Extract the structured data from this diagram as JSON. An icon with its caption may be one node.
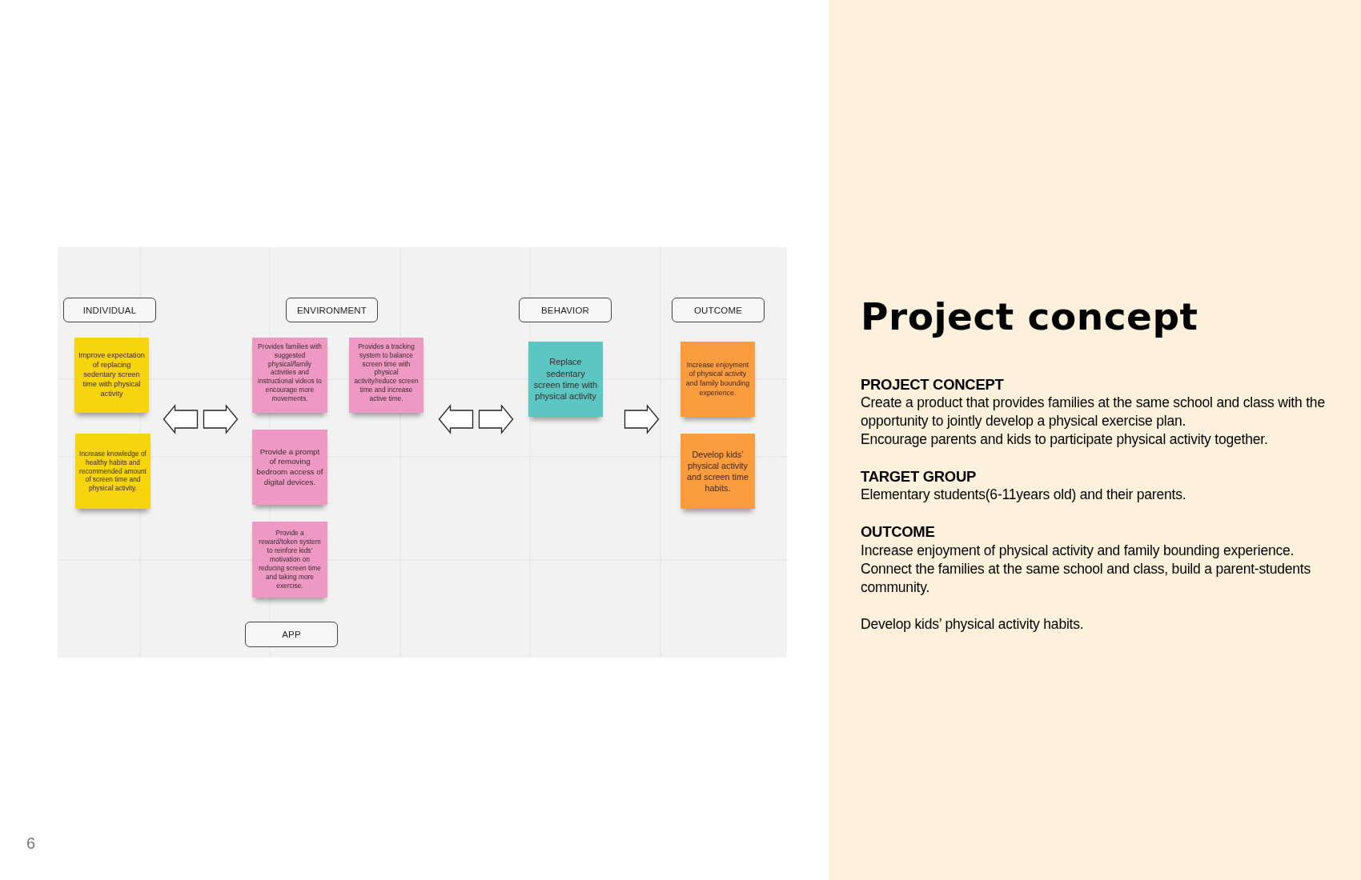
{
  "diagram": {
    "title": "Project concept",
    "nodes": [
      {
        "text": [
          "INDIVIDUAL"
        ]
      },
      {
        "text": [
          "Improve expectation of replacing sedentary screen time with physical activity"
        ]
      },
      {
        "text": [
          "Increase knowledge of healthy habits and recommended amount of screen time and physical activity."
        ]
      },
      {
        "text": [
          "ENVIRONMENT"
        ]
      },
      {
        "text": [
          "Provides families with suggested physical/family activities and instructional videos to encourage more movements."
        ]
      },
      {
        "text": [
          "Provides a tracking system to balance screen time with physical activity/reduce screen time and increase active time."
        ]
      },
      {
        "text": [
          "Provide a prompt of removing bedroom access of digital devices."
        ]
      },
      {
        "text": [
          "Provide a reward/token system to reinfore kids’ motivation on reducing screen time and taking more exercise."
        ]
      },
      {
        "text": [
          "APP"
        ]
      },
      {
        "text": [
          "BEHAVIOR"
        ]
      },
      {
        "text": [
          "Replace sedentary screen time with physical activity"
        ]
      },
      {
        "text": [
          "OUTCOME"
        ]
      },
      {
        "text": [
          "Increase enjoyment of physical activity and family bounding experience."
        ]
      },
      {
        "text": [
          "Develop kids’ physical activity and screen time habits."
        ]
      }
    ],
    "edges": [
      {
        "from": 4,
        "to": 1,
        "arrow": "to"
      },
      {
        "from": 1,
        "to": 4,
        "arrow": "to"
      },
      {
        "from": 10,
        "to": 5,
        "arrow": "to"
      },
      {
        "from": 5,
        "to": 10,
        "arrow": "to"
      },
      {
        "from": 10,
        "to": 12,
        "arrow": "to"
      }
    ],
    "labels": [
      "PROJECT CONCEPT",
      "Create a product that provides families at the same school and class with the opportunity to jointly develop a physical exercise plan.",
      "Encourage parents and kids to participate physical activity together.",
      "TARGET GROUP",
      "Elementary students(6-11years old) and their parents.",
      "OUTCOME",
      "Increase enjoyment of physical activity and family bounding experience.",
      "Connect the families at the same school and class, build a parent-students community.",
      "Develop kids’ physical activity habits.",
      "6"
    ]
  }
}
